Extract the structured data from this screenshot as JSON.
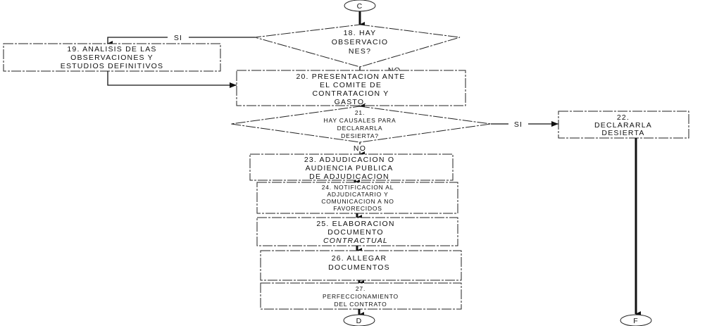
{
  "connectors": {
    "start": "C",
    "end_main": "D",
    "end_side": "F"
  },
  "labels": {
    "yes": "SI",
    "no": "NO"
  },
  "steps": {
    "s18": [
      "18. HAY",
      "OBSERVACIO",
      "NES?"
    ],
    "s19": [
      "19. ANALISIS DE LAS",
      "OBSERVACIONES Y",
      "ESTUDIOS DEFINITIVOS"
    ],
    "s20": [
      "20. PRESENTACION ANTE",
      "EL COMITE DE",
      "CONTRATACION Y",
      "GASTO."
    ],
    "s21": [
      "21.",
      "HAY CAUSALES PARA",
      "DECLARARLA",
      "DESIERTA?"
    ],
    "s22": [
      "22.",
      "DECLARARLA",
      "DESIERTA"
    ],
    "s23": [
      "23. ADJUDICACION O",
      "AUDIENCIA PUBLICA",
      "DE ADJUDICACION"
    ],
    "s24": [
      "24. NOTIFICACION AL",
      "ADJUDICATARIO Y",
      "COMUNICACION A NO",
      "FAVORECIDOS"
    ],
    "s25": [
      "25. ELABORACION",
      "DOCUMENTO",
      "CONTRACTUAL"
    ],
    "s26": [
      "26. ALLEGAR",
      "DOCUMENTOS"
    ],
    "s27": [
      "27.",
      "PERFECCIONAMIENTO",
      "DEL CONTRATO"
    ]
  }
}
